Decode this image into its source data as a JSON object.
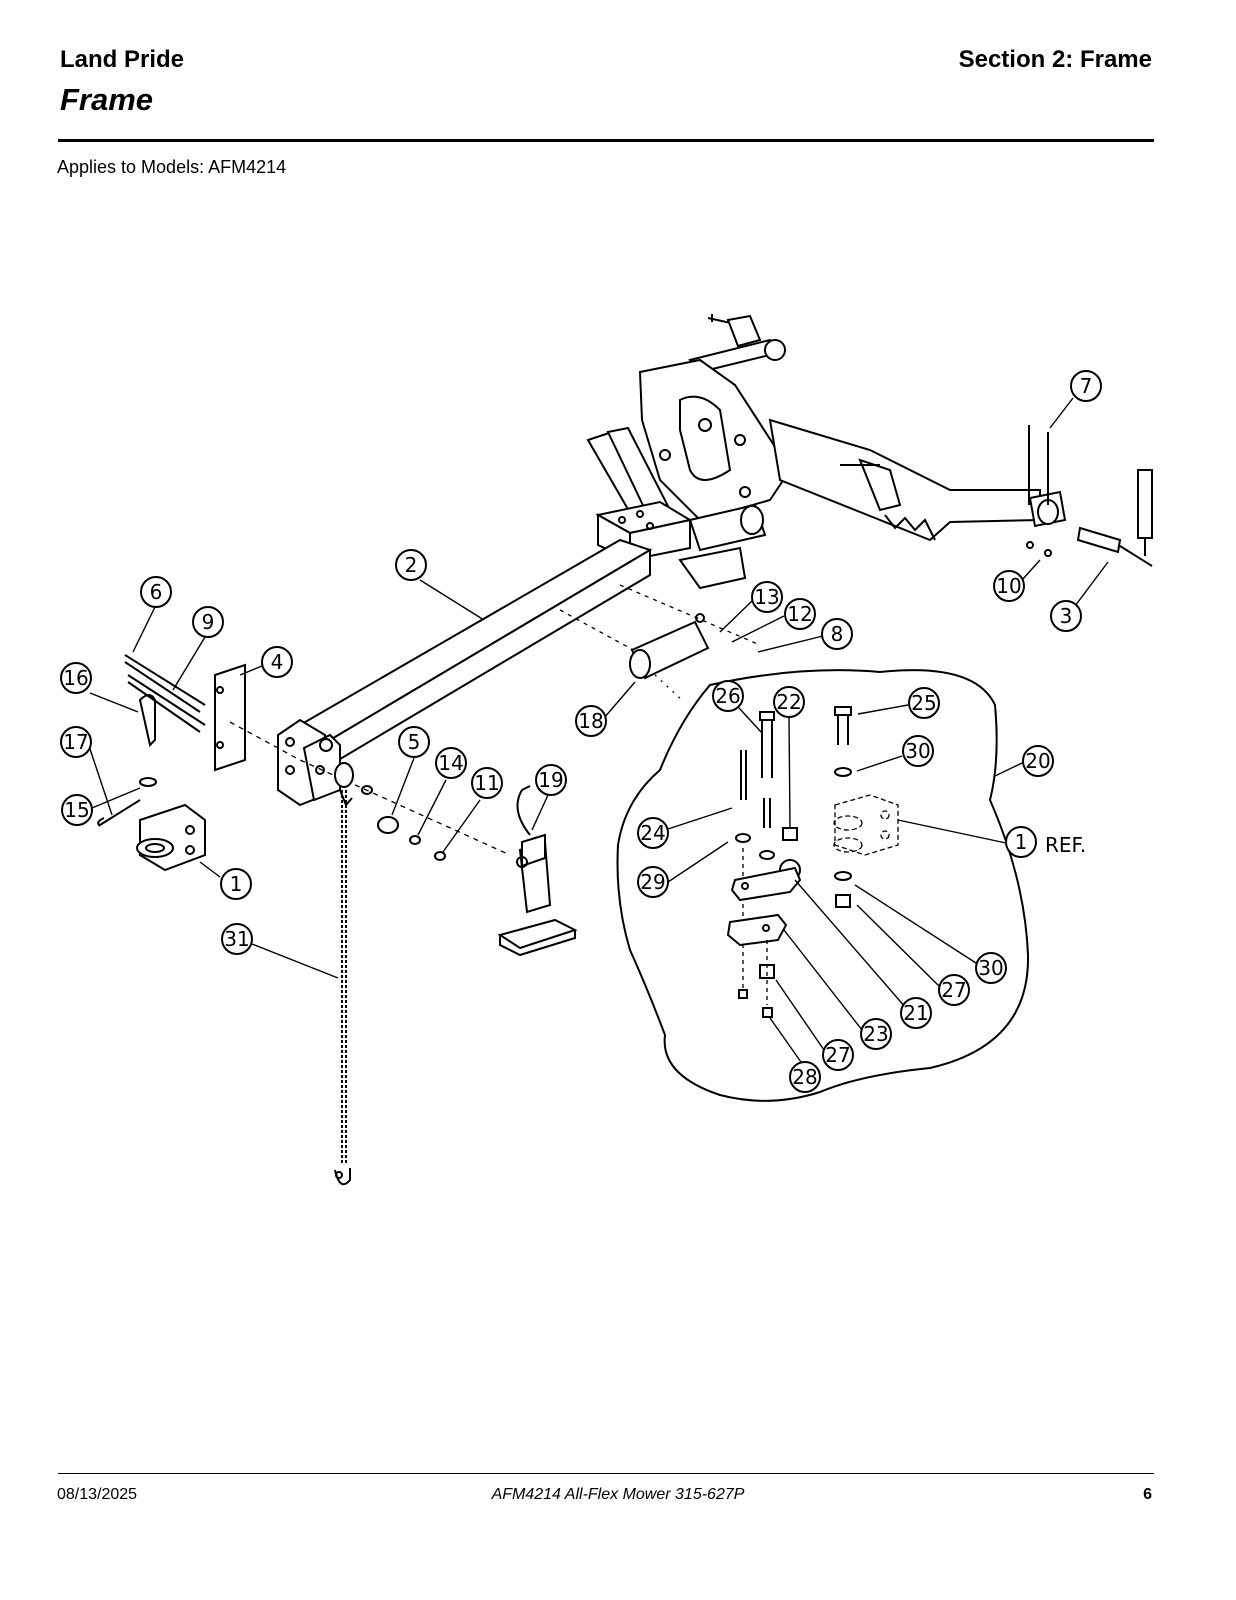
{
  "header": {
    "brand": "Land Pride",
    "section": "Section 2: Frame",
    "title": "Frame"
  },
  "applies_to": "Applies to Models: AFM4214",
  "diagram": {
    "ref_text": "REF.",
    "callouts": [
      {
        "id": "c7",
        "num": "7"
      },
      {
        "id": "c2",
        "num": "2"
      },
      {
        "id": "c10",
        "num": "10"
      },
      {
        "id": "c3",
        "num": "3"
      },
      {
        "id": "c13",
        "num": "13"
      },
      {
        "id": "c12",
        "num": "12"
      },
      {
        "id": "c8",
        "num": "8"
      },
      {
        "id": "c6",
        "num": "6"
      },
      {
        "id": "c9",
        "num": "9"
      },
      {
        "id": "c4",
        "num": "4"
      },
      {
        "id": "c16",
        "num": "16"
      },
      {
        "id": "c17",
        "num": "17"
      },
      {
        "id": "c15",
        "num": "15"
      },
      {
        "id": "c1a",
        "num": "1"
      },
      {
        "id": "c18",
        "num": "18"
      },
      {
        "id": "c26",
        "num": "26"
      },
      {
        "id": "c22",
        "num": "22"
      },
      {
        "id": "c25",
        "num": "25"
      },
      {
        "id": "c30a",
        "num": "30"
      },
      {
        "id": "c20",
        "num": "20"
      },
      {
        "id": "c1b",
        "num": "1"
      },
      {
        "id": "c5",
        "num": "5"
      },
      {
        "id": "c14",
        "num": "14"
      },
      {
        "id": "c11",
        "num": "11"
      },
      {
        "id": "c19",
        "num": "19"
      },
      {
        "id": "c24",
        "num": "24"
      },
      {
        "id": "c29",
        "num": "29"
      },
      {
        "id": "c31",
        "num": "31"
      },
      {
        "id": "c30b",
        "num": "30"
      },
      {
        "id": "c27a",
        "num": "27"
      },
      {
        "id": "c21",
        "num": "21"
      },
      {
        "id": "c23",
        "num": "23"
      },
      {
        "id": "c27b",
        "num": "27"
      },
      {
        "id": "c28",
        "num": "28"
      }
    ]
  },
  "footer": {
    "date": "08/13/2025",
    "doc": "AFM4214  All-Flex Mower  315-627P",
    "page": "6"
  }
}
